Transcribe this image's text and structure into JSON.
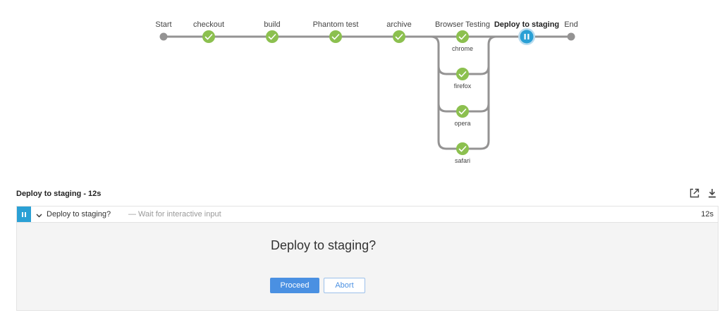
{
  "pipeline": {
    "stages": [
      {
        "label": "Start",
        "status": "endpoint"
      },
      {
        "label": "checkout",
        "status": "success"
      },
      {
        "label": "build",
        "status": "success"
      },
      {
        "label": "Phantom test",
        "status": "success"
      },
      {
        "label": "archive",
        "status": "success"
      },
      {
        "label": "Browser Testing",
        "status": "success"
      },
      {
        "label": "Deploy to staging",
        "status": "paused"
      },
      {
        "label": "End",
        "status": "endpoint"
      }
    ],
    "branches": [
      "chrome",
      "firefox",
      "opera",
      "safari"
    ]
  },
  "step_header": {
    "title": "Deploy to staging - 12s",
    "icons": [
      "open-external-icon",
      "download-icon"
    ]
  },
  "step": {
    "name": "Deploy to staging?",
    "description": "— Wait for interactive input",
    "duration": "12s",
    "status": "paused"
  },
  "input": {
    "question": "Deploy to staging?",
    "proceed_label": "Proceed",
    "abort_label": "Abort"
  },
  "colors": {
    "success": "#8cc04f",
    "paused": "#2aa0d5",
    "line": "#949393",
    "primary": "#4a90e2"
  }
}
